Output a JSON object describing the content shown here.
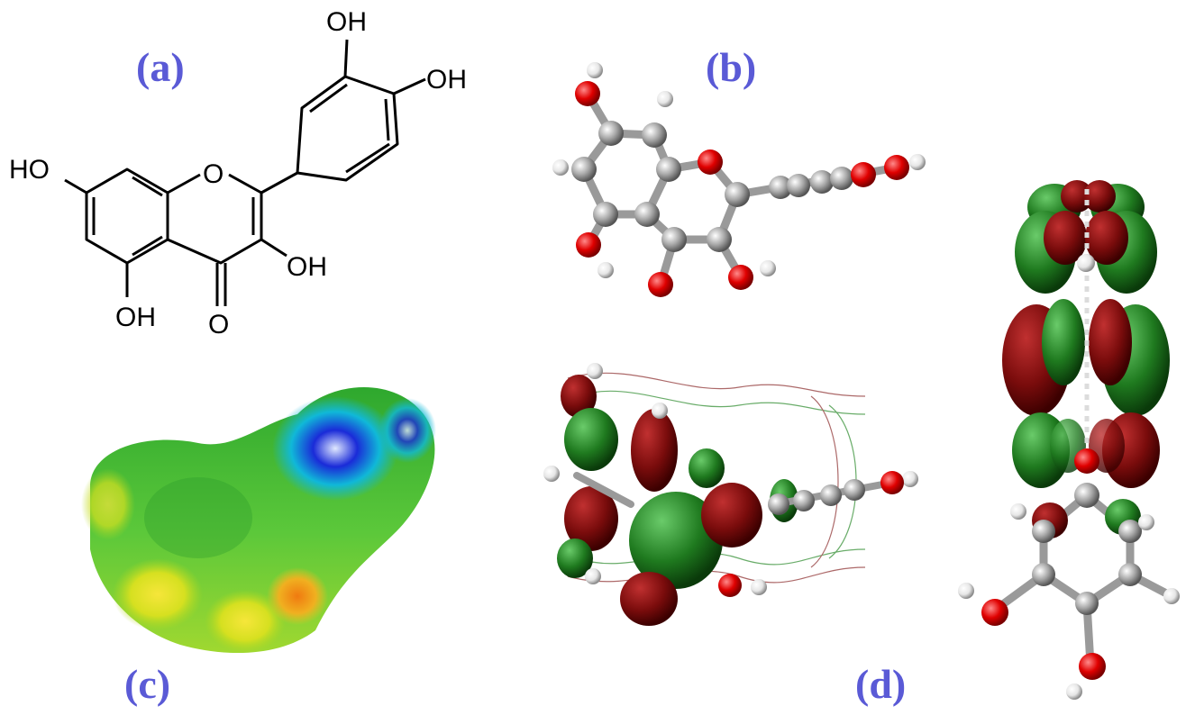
{
  "panels": {
    "a": {
      "label": "(a)"
    },
    "b": {
      "label": "(b)"
    },
    "c": {
      "label": "(c)"
    },
    "d": {
      "label": "(d)"
    }
  },
  "structure": {
    "oh_top": "OH",
    "oh_right": "OH",
    "ho_left": "HO",
    "oh_mid": "OH",
    "oh_bottom": "OH",
    "ring_o": "O",
    "carbonyl_o": "O"
  },
  "colors": {
    "label": "#5a5ad6",
    "oxygen": "#e00000",
    "carbon": "#9a9a9a",
    "hydrogen": "#f0f0f0",
    "lobe_red": "#7a0c0c",
    "lobe_green": "#1f7a1f"
  }
}
